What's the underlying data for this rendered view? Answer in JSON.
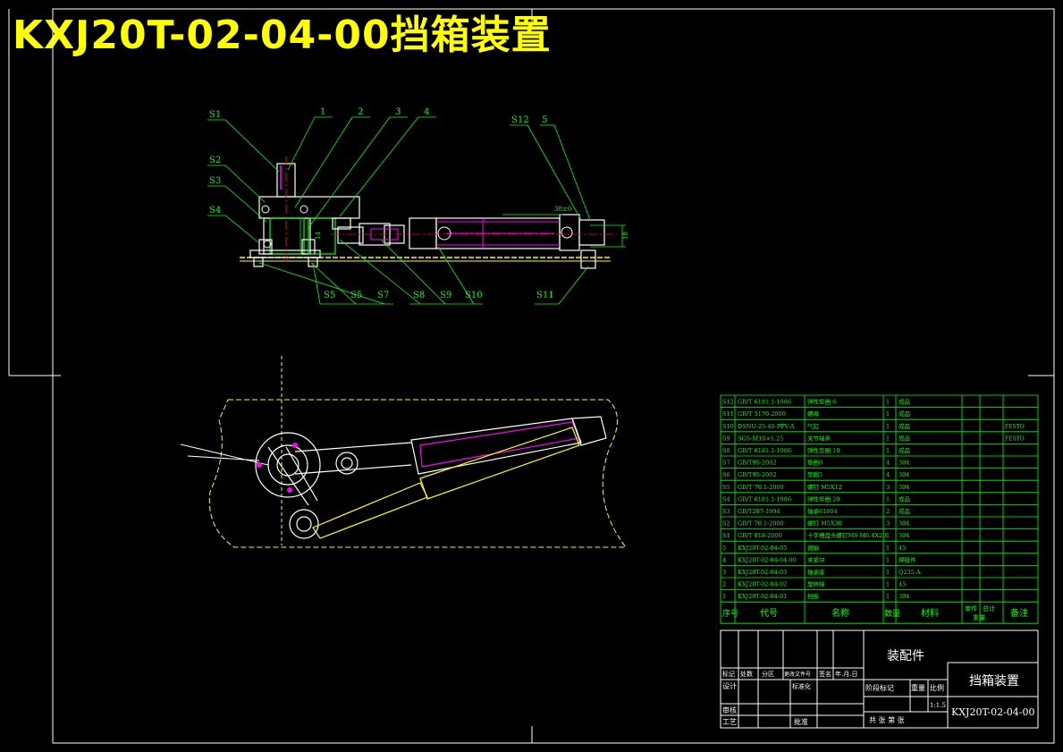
{
  "title": "KXJ20T-02-04-00挡箱装置",
  "colors": {
    "background": "#000000",
    "frame": "#ffffff",
    "title": "#ffff00",
    "part": "#ffffff",
    "leader": "#00ff00",
    "table": "#00ff00",
    "accent": "#ff00ff",
    "outline": "#ffff00"
  },
  "callouts_top": {
    "S1": "S1",
    "S2": "S2",
    "S3": "S3",
    "S4": "S4",
    "n1": "1",
    "n2": "2",
    "n3": "3",
    "n4": "4",
    "S12": "S12",
    "n5": "5"
  },
  "callouts_bottom": {
    "S5a": "S5",
    "S5b": "S5",
    "S7": "S7",
    "S8": "S8",
    "S9": "S9",
    "S10": "S10",
    "S11": "S11"
  },
  "dimensions": {
    "d1": "14",
    "d2": "18",
    "d3": "38±0"
  },
  "bom": {
    "rows": [
      {
        "no": "S12",
        "code": "GB/T 6181.1-1986",
        "name": "弹性垫圈 6",
        "qty": "1",
        "material": "成品",
        "note": ""
      },
      {
        "no": "S11",
        "code": "GB/T 5170-2000",
        "name": "螺母",
        "qty": "1",
        "material": "成品",
        "note": ""
      },
      {
        "no": "S10",
        "code": "DSNU-25-40-PPV-A",
        "name": "气缸",
        "qty": "1",
        "material": "成品",
        "note": "FESTO"
      },
      {
        "no": "S9",
        "code": "SGS-M10×1.25",
        "name": "关节轴承",
        "qty": "1",
        "material": "成品",
        "note": "FESTO"
      },
      {
        "no": "S8",
        "code": "GB/T 6181.1-1986",
        "name": "弹性垫圈 10",
        "qty": "1",
        "material": "成品",
        "note": ""
      },
      {
        "no": "S7",
        "code": "GB/T95-2002",
        "name": "垫圈8",
        "qty": "4",
        "material": "304",
        "note": ""
      },
      {
        "no": "S6",
        "code": "GB/T95-2002",
        "name": "垫圈5",
        "qty": "4",
        "material": "304",
        "note": ""
      },
      {
        "no": "S5",
        "code": "GB/T 70.1-2000",
        "name": "螺钉 M5X12",
        "qty": "3",
        "material": "304",
        "note": ""
      },
      {
        "no": "S4",
        "code": "GB/T 6181.1-1986",
        "name": "弹性垫圈 20",
        "qty": "1",
        "material": "成品",
        "note": ""
      },
      {
        "no": "S3",
        "code": "GB/T287-1994",
        "name": "轴承61804",
        "qty": "2",
        "material": "成品",
        "note": ""
      },
      {
        "no": "S2",
        "code": "GB/T 70.1-2000",
        "name": "螺钉 M5X30",
        "qty": "3",
        "material": "304",
        "note": ""
      },
      {
        "no": "S1",
        "code": "GB/T 818-2000",
        "name": "十字槽盘头螺钉M6 M6.4X20",
        "qty": "1",
        "material": "304",
        "note": ""
      },
      {
        "no": "5",
        "code": "KXJ20T-02-04-05",
        "name": "销轴",
        "qty": "1",
        "material": "45",
        "note": ""
      },
      {
        "no": "4",
        "code": "KXJ20T-02-04-04-00",
        "name": "夹紧块",
        "qty": "1",
        "material": "焊接件",
        "note": ""
      },
      {
        "no": "3",
        "code": "KXJ20T-02-04-03",
        "name": "轴承座",
        "qty": "1",
        "material": "Q235-A",
        "note": ""
      },
      {
        "no": "2",
        "code": "KXJ20T-02-04-02",
        "name": "旋转轴",
        "qty": "1",
        "material": "45",
        "note": ""
      },
      {
        "no": "1",
        "code": "KXJ20T-02-04-01",
        "name": "挡板",
        "qty": "1",
        "material": "304",
        "note": ""
      }
    ],
    "header": {
      "no": "序号",
      "code": "代号",
      "name": "名称",
      "qty": "数量",
      "material": "材料",
      "unit_w": "单件",
      "total_w": "总计",
      "weight": "重量",
      "note": "备注"
    }
  },
  "title_block": {
    "assembly": "装配件",
    "part_name": "挡箱装置",
    "drawing_no": "KXJ20T-02-04-00",
    "scale_label": "比例",
    "scale": "1:1.5",
    "stage_mark": "阶段标记",
    "weight": "重量",
    "sheets": "共  张  第  张",
    "rev_row": [
      "标记",
      "处数",
      "分区",
      "更改文件号",
      "签名",
      "年.月.日"
    ],
    "design": "设计",
    "standardize": "标准化",
    "check": "审核",
    "process": "工艺",
    "approve": "批准"
  }
}
